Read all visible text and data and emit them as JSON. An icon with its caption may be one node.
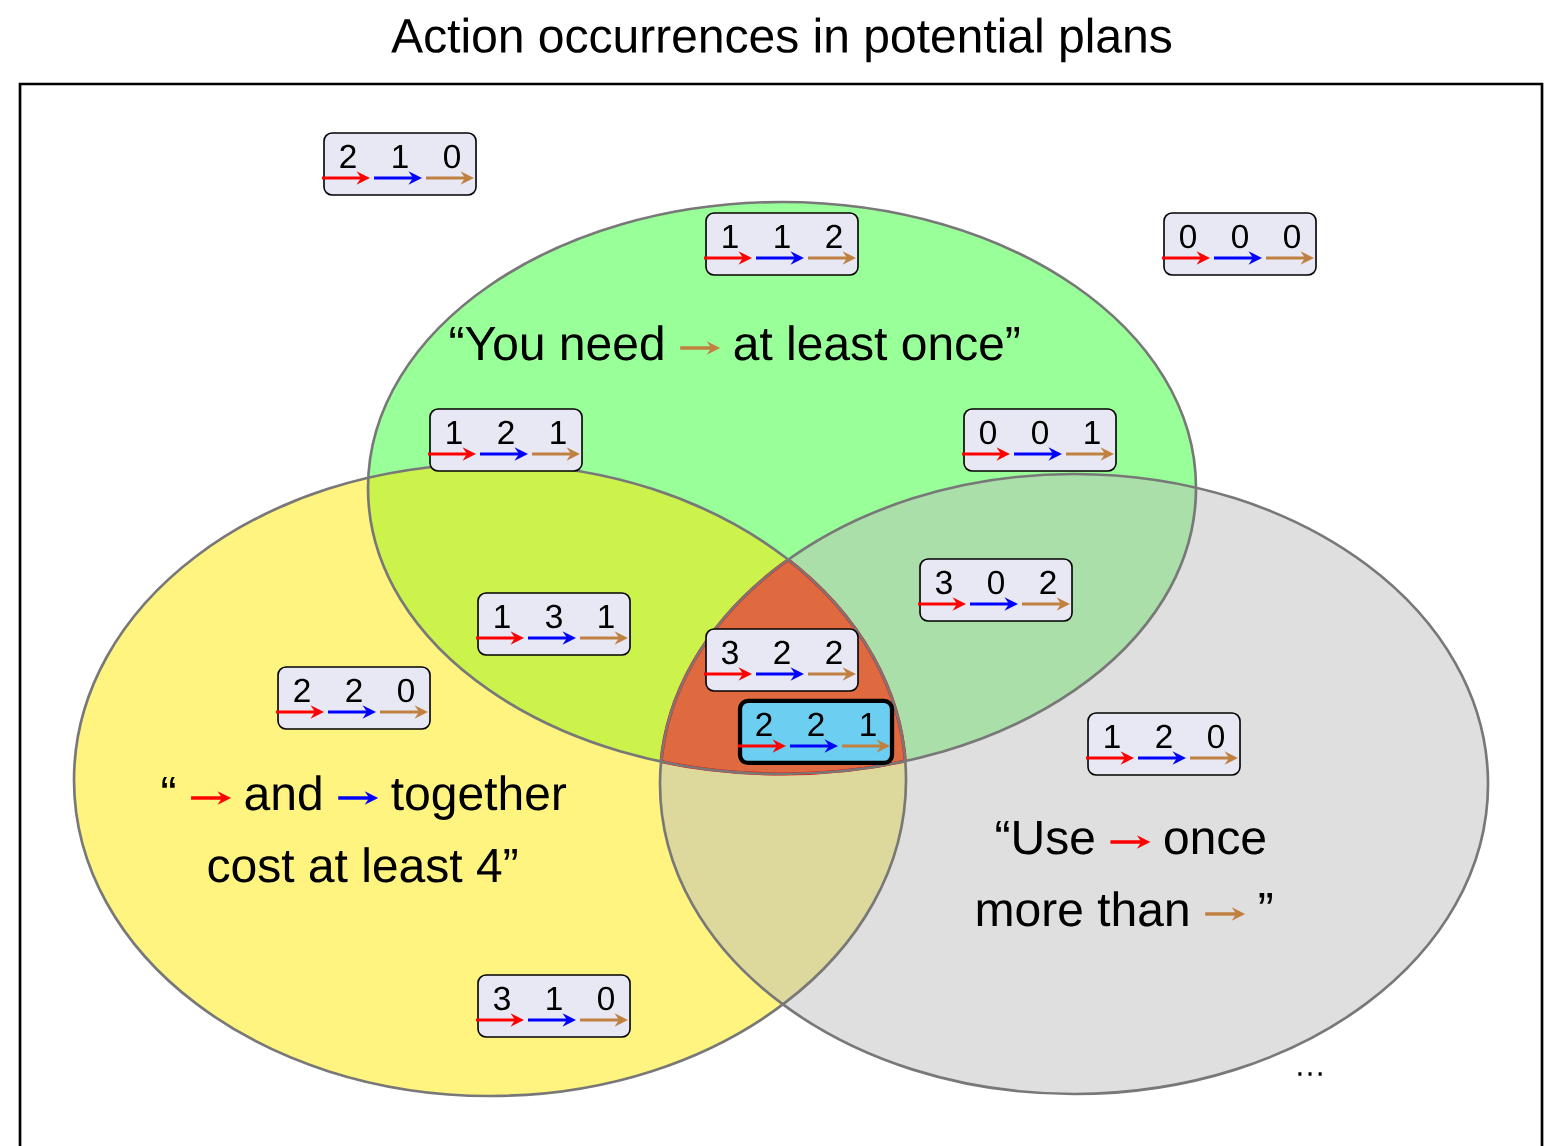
{
  "diagram": {
    "title": "Action occurrences in potential plans",
    "nodes": [
      {
        "text": [
          "“You need",
          "at least once”"
        ]
      },
      {
        "text": [
          "“",
          "and",
          "together",
          "cost at least 4”"
        ]
      },
      {
        "text": [
          "“Use",
          "once",
          "more than",
          "”"
        ]
      },
      {
        "text": [
          "2",
          "1",
          "0"
        ]
      },
      {
        "text": [
          "1",
          "1",
          "2"
        ],
        "in": 0
      },
      {
        "text": [
          "0",
          "0",
          "0"
        ]
      },
      {
        "text": [
          "1",
          "2",
          "1"
        ],
        "in": 0
      },
      {
        "text": [
          "0",
          "0",
          "1"
        ],
        "in": 0
      },
      {
        "text": [
          "3",
          "0",
          "2"
        ]
      },
      {
        "text": [
          "1",
          "3",
          "1"
        ]
      },
      {
        "text": [
          "3",
          "2",
          "2"
        ]
      },
      {
        "text": [
          "2",
          "2",
          "0"
        ],
        "in": 1
      },
      {
        "text": [
          "2",
          "2",
          "1"
        ]
      },
      {
        "text": [
          "1",
          "2",
          "0"
        ],
        "in": 2
      },
      {
        "text": [
          "3",
          "1",
          "0"
        ],
        "in": 1
      }
    ],
    "labels": [
      "…"
    ]
  }
}
